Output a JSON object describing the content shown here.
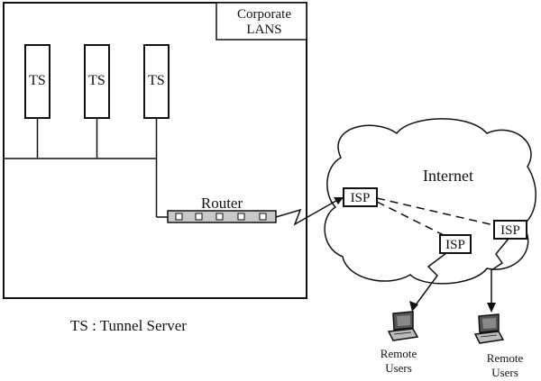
{
  "corporate": {
    "label_line1": "Corporate",
    "label_line2": "LANS",
    "tunnel_servers": [
      "TS",
      "TS",
      "TS"
    ]
  },
  "router": {
    "label": "Router"
  },
  "internet": {
    "label": "Internet",
    "isps": [
      "ISP",
      "ISP",
      "ISP"
    ]
  },
  "remote_users": [
    {
      "line1": "Remote",
      "line2": "Users"
    },
    {
      "line1": "Remote",
      "line2": "Users"
    }
  ],
  "legend": {
    "text": "TS : Tunnel Server"
  },
  "colors": {
    "line": "#111111",
    "router_fill": "#c8c8c8",
    "laptop_screen": "#555555",
    "laptop_body": "#bbbbbb",
    "background": "#ffffff"
  }
}
